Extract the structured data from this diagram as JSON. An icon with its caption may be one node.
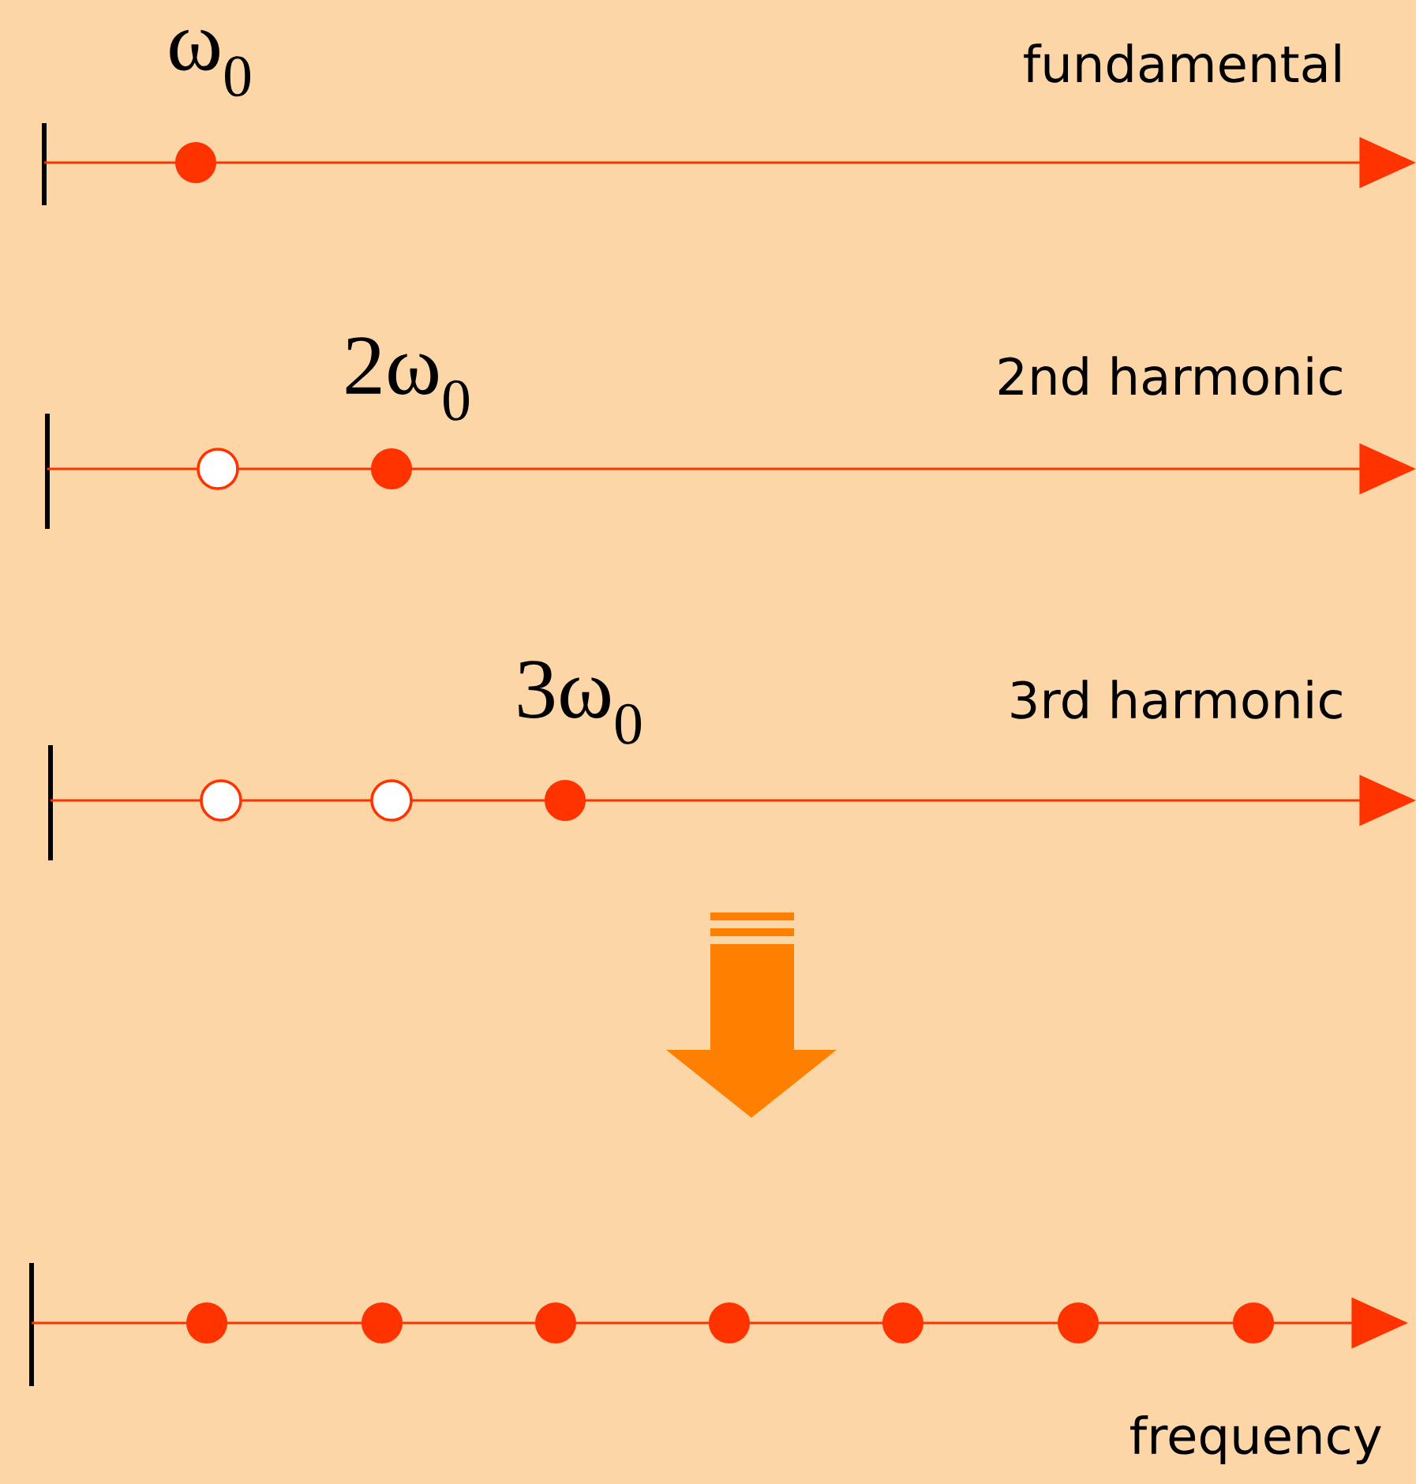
{
  "diagram": {
    "labels": [
      "ω$_{0}$",
      "fundamental",
      "2ω$_{0}$",
      "2nd harmonic",
      "3ω$_{0}$",
      "3rd harmonic",
      "frequency"
    ]
  }
}
